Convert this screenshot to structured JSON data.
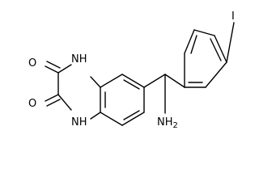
{
  "molecule": {
    "atoms": {
      "iodine": "I",
      "oxygen_top": "O",
      "oxygen_bottom": "O",
      "nh_top": "NH",
      "nh_bottom": "NH",
      "amine": "NH",
      "amine_subscript": "2"
    }
  }
}
